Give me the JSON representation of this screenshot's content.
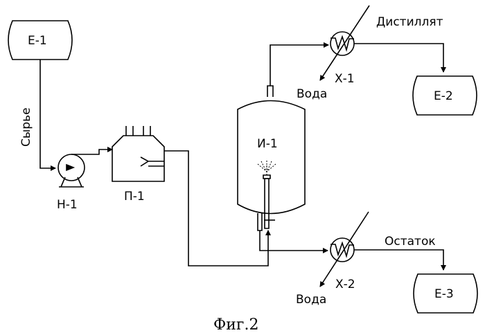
{
  "labels": {
    "e1": "Е-1",
    "e2": "Е-2",
    "e3": "Е-3",
    "h1": "Н-1",
    "p1": "П-1",
    "i1": "И-1",
    "x1": "Х-1",
    "x2": "Х-2",
    "feed": "Сырье",
    "distillate": "Дистиллят",
    "residue": "Остаток",
    "water_top": "Вода",
    "water_bottom": "Вода",
    "caption": "Фиг.2"
  }
}
